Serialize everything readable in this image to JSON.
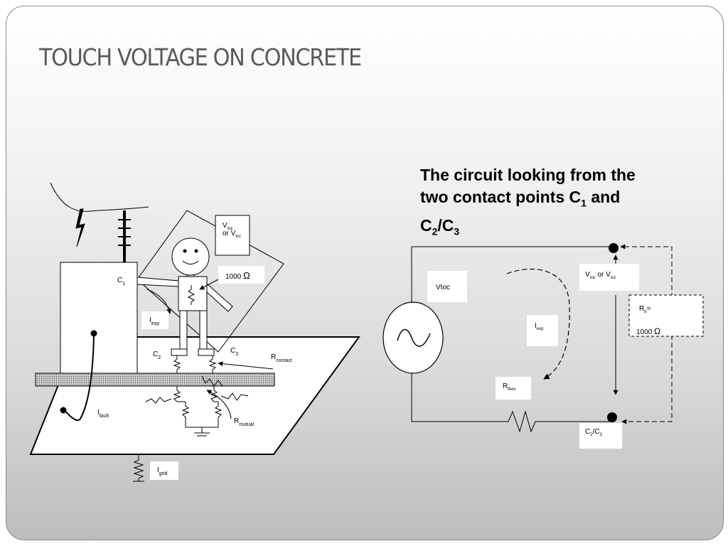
{
  "slide_title": "TOUCH VOLTAGE ON CONCRETE",
  "caption": {
    "line1": "The circuit looking from the",
    "line2_pre": "two contact points C",
    "line2_sub": "1",
    "line2_post": " and",
    "line3_a": "C",
    "line3_a_sub": "2",
    "line3_mid": "/C",
    "line3_b_sub": "3"
  },
  "left_diagram": {
    "c1": {
      "main": "C",
      "sub": "1"
    },
    "c2": {
      "main": "C",
      "sub": "2"
    },
    "c3": {
      "main": "C",
      "sub": "3"
    },
    "vtoc_box": {
      "l1_main": "V",
      "l1_sub": "toc",
      "l2_pre": "or V",
      "l2_sub": "tcc"
    },
    "body_resistance": {
      "value": "1000 ",
      "unit": "Ω"
    },
    "i_exp": {
      "main": "I",
      "sub": "exp"
    },
    "r_contact": {
      "main": "R",
      "sub": "contact"
    },
    "i_fault": {
      "main": "I",
      "sub": "fault"
    },
    "r_mutual": {
      "main": "R",
      "sub": "mutual"
    },
    "i_grid": {
      "main": "I",
      "sub": "grid"
    }
  },
  "right_circuit": {
    "vtoc": "Vtoc",
    "vtoc_or_vtcc": {
      "a": "V",
      "a_sub": "toc",
      "mid": " or V",
      "b_sub": "tcc"
    },
    "i_exp": {
      "main": "I",
      "sub": "exp"
    },
    "r_thev": {
      "main": "R",
      "sub": "thev"
    },
    "r_b": {
      "main": "R",
      "sub": "b",
      "post": "="
    },
    "r_b_value": {
      "value": "1000 ",
      "unit": "Ω"
    },
    "c2_c3": {
      "a": "C",
      "a_sub": "2",
      "mid": "/C",
      "b_sub": "3"
    }
  },
  "colors": {
    "title": "#5a5a5a",
    "line": "#000000",
    "label_box": "#ffffff"
  }
}
